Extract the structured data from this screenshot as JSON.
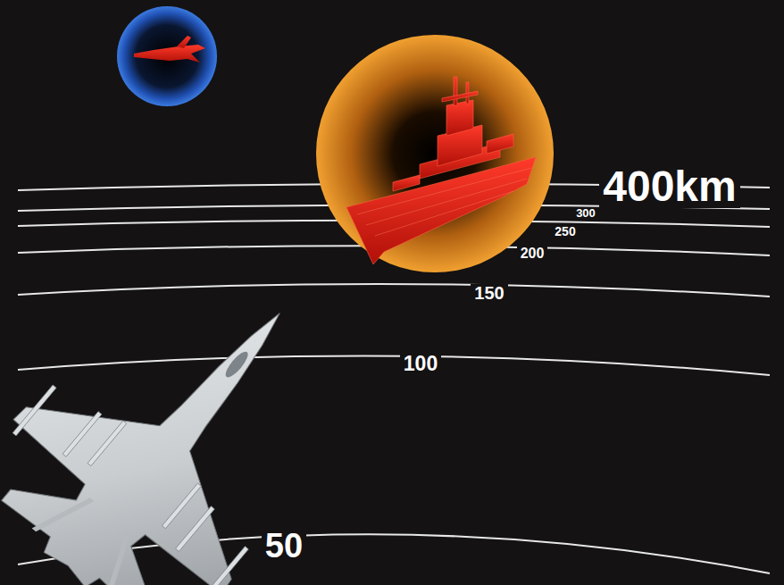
{
  "diagram": {
    "labels": [
      "400km",
      "300",
      "250",
      "200",
      "150",
      "100",
      "50"
    ]
  }
}
